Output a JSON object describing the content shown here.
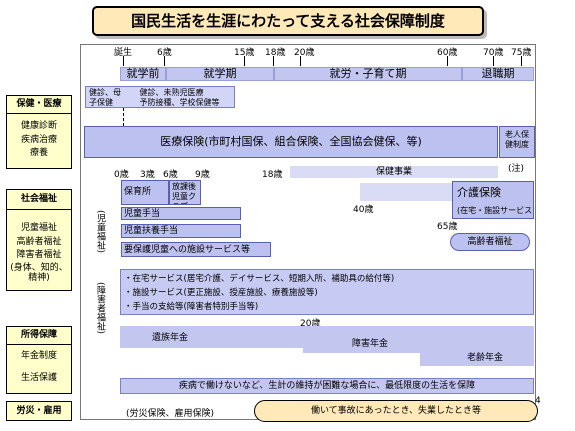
{
  "title": "国民生活を生涯にわたって支える社会保障制度",
  "ages_top": [
    "誕生",
    "6歳",
    "15歳",
    "18歳",
    "20歳",
    "60歳",
    "70歳",
    "75歳"
  ],
  "stages": [
    "就学前",
    "就学期",
    "就労・子育て期",
    "退職期"
  ],
  "left_sections": {
    "health": {
      "head": "保健・医療",
      "items": [
        "健康診断",
        "疾病治療",
        "療養"
      ]
    },
    "welfare": {
      "head": "社会福祉",
      "items": [
        "児童福祉",
        "高齢者福祉",
        "障害者福祉",
        "(身体、知的、精神)"
      ]
    },
    "income": {
      "head": "所得保障",
      "items": [
        "年金制度",
        "生活保護"
      ]
    },
    "labor": {
      "head": "労災・雇用"
    }
  },
  "health_rows": {
    "line1": "健診、母　　 健診、未熟児医療",
    "line2": "子保健　　　 予防接種、学校保健等",
    "insurance": "医療保険(市町村国保、組合保険、全国協会健保、等)",
    "elderly": "老人保健制度",
    "note": "(注)"
  },
  "ages_mid": [
    "0歳",
    "3歳",
    "6歳",
    "9歳",
    "18歳"
  ],
  "health_project": "保健事業",
  "welfare": {
    "nursery": "保育所",
    "afterschool": "放課後児童クラブ",
    "child_allowance": "児童手当",
    "child_support": "児童扶養手当",
    "protected_children": "要保護児童への施設サービス等",
    "child_vert": "(児童福祉)",
    "age40": "40歳",
    "age65": "65歳",
    "care_insurance": "介護保険",
    "care_sub": "(在宅・施設サービス)",
    "elderly_welfare": "高齢者福祉"
  },
  "disability": {
    "vert": "(障害者福祉)",
    "line1": "・在宅サービス(居宅介護、デイサービス、短期入所、補助具の給付等)",
    "line2": "・施設サービス(更正施設、授産施設、療養施設等)",
    "line3": "・手当の支給等(障害者特別手当等)"
  },
  "pension": {
    "age20": "20歳",
    "survivor": "遺族年金",
    "disability": "障害年金",
    "old_age": "老齢年金"
  },
  "public_assistance": "疾病で働けないなど、生計の維持が困難な場合に、最低限度の生活を保障",
  "labor": {
    "left": "(労災保険、雇用保険)",
    "oval": "働いて事故にあったとき、失業したとき等"
  },
  "page_number": "4"
}
